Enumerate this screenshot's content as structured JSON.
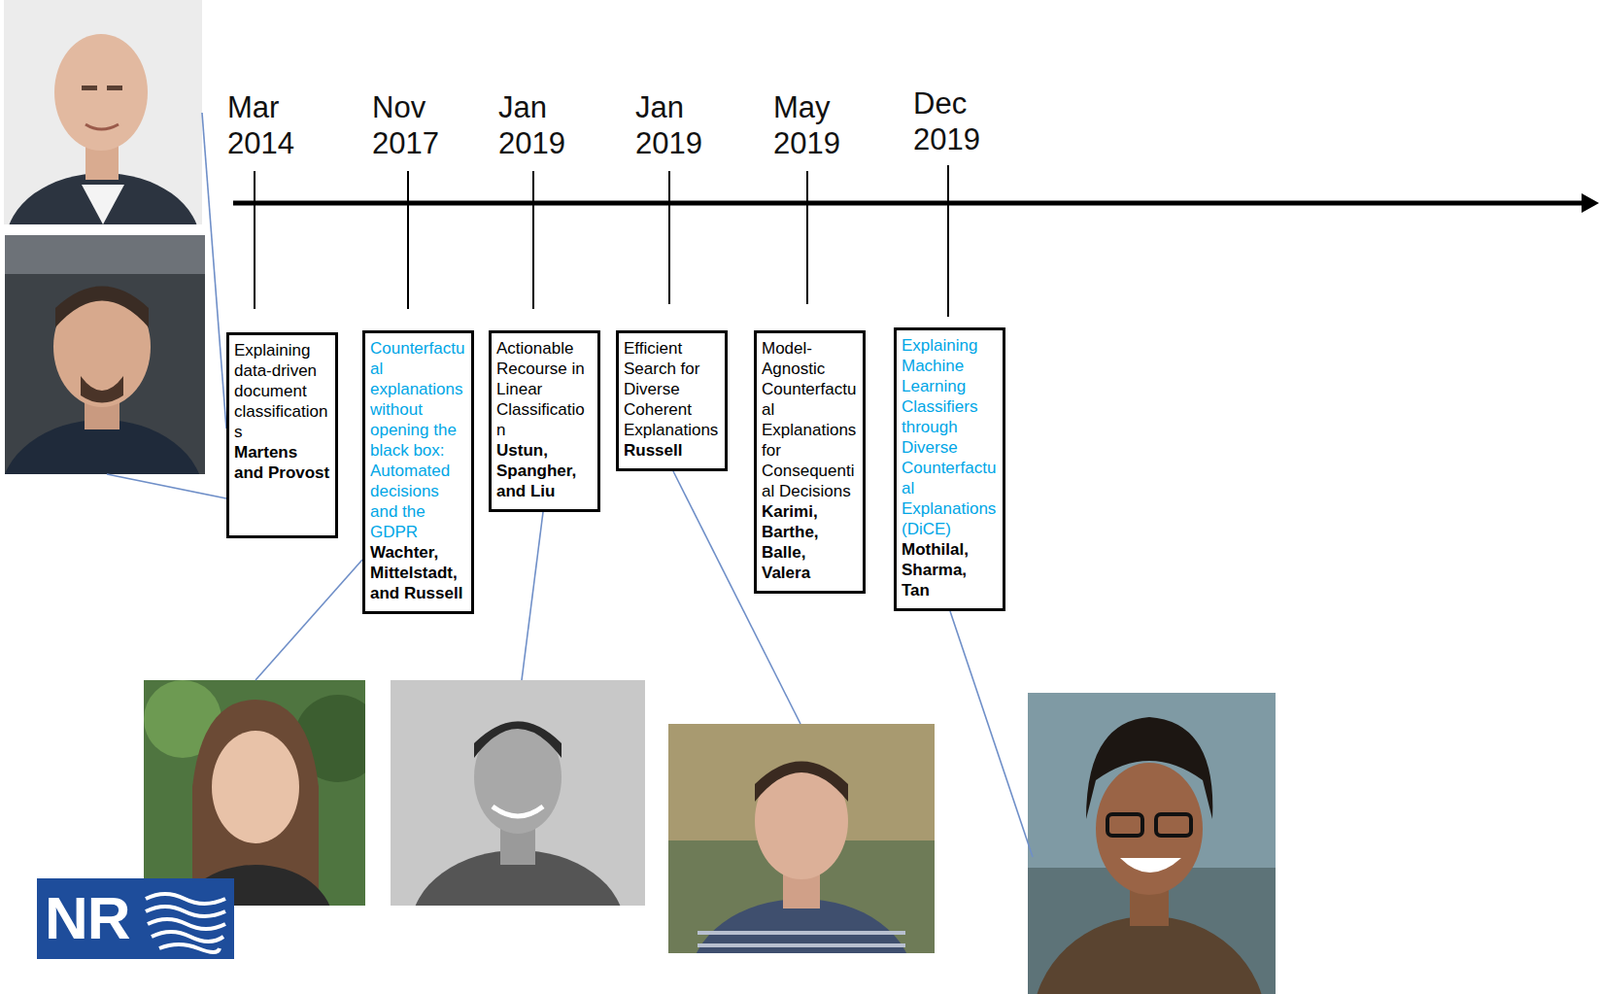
{
  "diagram": {
    "nodes": [
      {
        "text": [
          "Explaining data-driven document classifications",
          "Martens and Provost"
        ]
      },
      {
        "text": [
          "Counterfactual explanations without opening the black box: Automated decisions and the GDPR",
          "Wachter, Mittelstadt, and Russell"
        ]
      },
      {
        "text": [
          "Actionable Recourse in Linear Classification",
          "Ustun, Spangher, and Liu"
        ]
      },
      {
        "text": [
          "Efficient Search for Diverse Coherent Explanations",
          "Russell"
        ]
      },
      {
        "text": [
          "Model-Agnostic Counterfactual Explanations for Consequential Decisions",
          "Karimi, Barthe, Balle, Valera"
        ]
      },
      {
        "text": [
          "Explaining Machine Learning Classifiers through Diverse Counterfactual Explanations (DiCE)",
          "Mothilal, Sharma, Tan"
        ]
      }
    ],
    "labels": [
      "Mar 2014",
      "Nov 2017",
      "Jan 2019",
      "Jan 2019",
      "May 2019",
      "Dec 2019",
      "NR"
    ]
  }
}
